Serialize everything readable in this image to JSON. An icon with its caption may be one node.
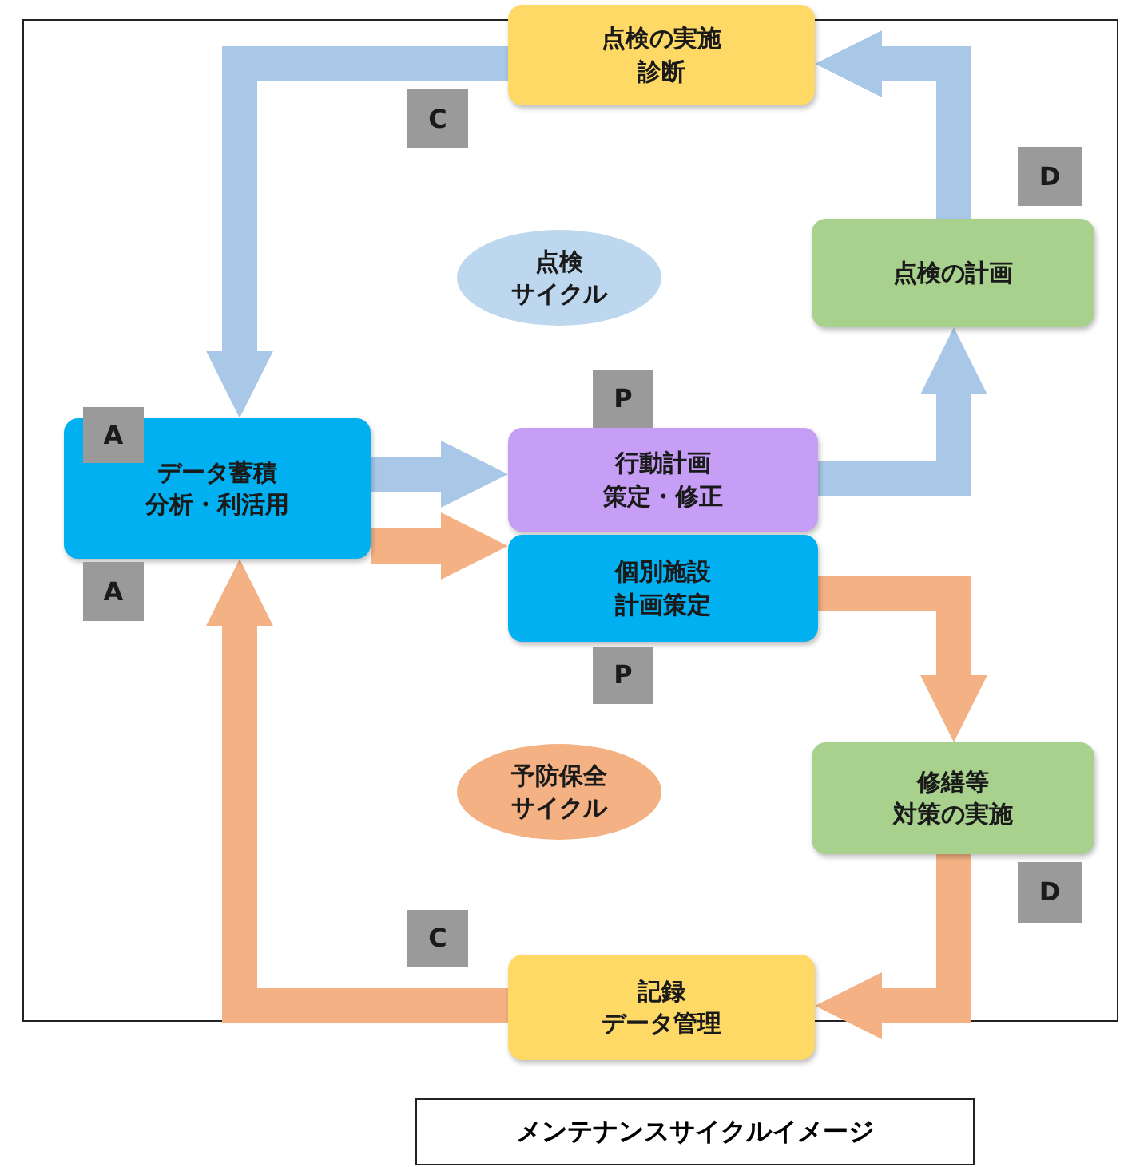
{
  "diagram": {
    "caption": "メンテナンスサイクルイメージ",
    "nodes": [
      {
        "text": [
          "点検の実施診断"
        ]
      },
      {
        "text": [
          "点検の計画"
        ]
      },
      {
        "text": [
          "点検サイクル"
        ]
      },
      {
        "text": [
          "データ蓄積分析・利活用"
        ]
      },
      {
        "text": [
          "行動計画策定・修正"
        ]
      },
      {
        "text": [
          "個別施設計画策定"
        ]
      },
      {
        "text": [
          "修繕等対策の実施"
        ]
      },
      {
        "text": [
          "予防保全サイクル"
        ]
      },
      {
        "text": [
          "記録データ管理"
        ]
      },
      {
        "text": [
          "C"
        ]
      },
      {
        "text": [
          "D"
        ]
      },
      {
        "text": [
          "A"
        ]
      },
      {
        "text": [
          "P"
        ]
      },
      {
        "text": [
          "P"
        ]
      },
      {
        "text": [
          "A"
        ]
      },
      {
        "text": [
          "D"
        ]
      },
      {
        "text": [
          "C"
        ]
      }
    ],
    "edges": [
      {
        "from": 0,
        "to": 3,
        "arrow": "to"
      },
      {
        "from": 1,
        "to": 0,
        "arrow": "to"
      },
      {
        "from": 3,
        "to": 4,
        "arrow": "to"
      },
      {
        "from": 4,
        "to": 1,
        "arrow": "to"
      },
      {
        "from": 3,
        "to": 5,
        "arrow": "to",
        "color": "#f4b183"
      },
      {
        "from": 5,
        "to": 6,
        "arrow": "to",
        "color": "#f4b183"
      },
      {
        "from": 6,
        "to": 8,
        "arrow": "to",
        "color": "#f4b183"
      },
      {
        "from": 8,
        "to": 3,
        "arrow": "to",
        "color": "#f4b183"
      }
    ]
  }
}
